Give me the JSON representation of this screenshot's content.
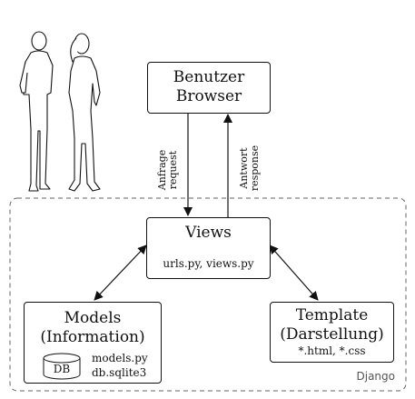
{
  "browser": {
    "line1": "Benutzer",
    "line2": "Browser"
  },
  "request": {
    "line1": "Anfrage",
    "line2": "request"
  },
  "response": {
    "line1": "Antwort",
    "line2": "response"
  },
  "views": {
    "title": "Views",
    "files": "urls.py, views.py"
  },
  "models": {
    "line1": "Models",
    "line2": "(Information)",
    "db_label": "DB",
    "file1": "models.py",
    "file2": "db.sqlite3"
  },
  "template": {
    "line1": "Template",
    "line2": "(Darstellung)",
    "files": "*.html, *.css"
  },
  "framework_label": "Django"
}
